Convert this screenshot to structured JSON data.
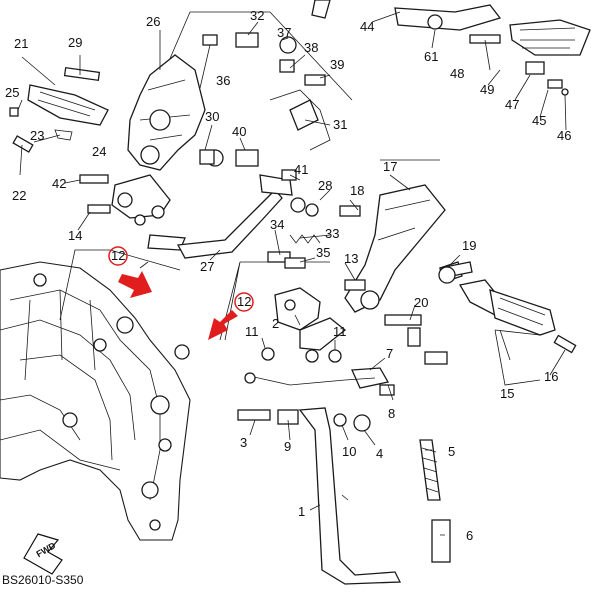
{
  "diagram": {
    "code": "BS26010-S350",
    "fwd_label": "FWD",
    "highlight_color": "#e01e1e",
    "callouts": [
      {
        "id": "c1",
        "text": "1"
      },
      {
        "id": "c2",
        "text": "2"
      },
      {
        "id": "c3",
        "text": "3"
      },
      {
        "id": "c4",
        "text": "4"
      },
      {
        "id": "c5",
        "text": "5"
      },
      {
        "id": "c6",
        "text": "6"
      },
      {
        "id": "c7",
        "text": "7"
      },
      {
        "id": "c8",
        "text": "8"
      },
      {
        "id": "c9",
        "text": "9"
      },
      {
        "id": "c10",
        "text": "10"
      },
      {
        "id": "c11a",
        "text": "11"
      },
      {
        "id": "c11b",
        "text": "11"
      },
      {
        "id": "c12a",
        "text": "12"
      },
      {
        "id": "c12b",
        "text": "12"
      },
      {
        "id": "c13",
        "text": "13"
      },
      {
        "id": "c14",
        "text": "14"
      },
      {
        "id": "c15",
        "text": "15"
      },
      {
        "id": "c16",
        "text": "16"
      },
      {
        "id": "c17",
        "text": "17"
      },
      {
        "id": "c18",
        "text": "18"
      },
      {
        "id": "c19",
        "text": "19"
      },
      {
        "id": "c20",
        "text": "20"
      },
      {
        "id": "c21",
        "text": "21"
      },
      {
        "id": "c22",
        "text": "22"
      },
      {
        "id": "c23",
        "text": "23"
      },
      {
        "id": "c24",
        "text": "24"
      },
      {
        "id": "c25",
        "text": "25"
      },
      {
        "id": "c26",
        "text": "26"
      },
      {
        "id": "c27",
        "text": "27"
      },
      {
        "id": "c28",
        "text": "28"
      },
      {
        "id": "c29",
        "text": "29"
      },
      {
        "id": "c30",
        "text": "30"
      },
      {
        "id": "c31",
        "text": "31"
      },
      {
        "id": "c32",
        "text": "32"
      },
      {
        "id": "c33",
        "text": "33"
      },
      {
        "id": "c34",
        "text": "34"
      },
      {
        "id": "c35",
        "text": "35"
      },
      {
        "id": "c36",
        "text": "36"
      },
      {
        "id": "c37",
        "text": "37"
      },
      {
        "id": "c38",
        "text": "38"
      },
      {
        "id": "c39",
        "text": "39"
      },
      {
        "id": "c40",
        "text": "40"
      },
      {
        "id": "c41",
        "text": "41"
      },
      {
        "id": "c42",
        "text": "42"
      },
      {
        "id": "c44",
        "text": "44"
      },
      {
        "id": "c45",
        "text": "45"
      },
      {
        "id": "c46",
        "text": "46"
      },
      {
        "id": "c47",
        "text": "47"
      },
      {
        "id": "c48",
        "text": "48"
      },
      {
        "id": "c49",
        "text": "49"
      },
      {
        "id": "c61",
        "text": "61"
      }
    ]
  }
}
